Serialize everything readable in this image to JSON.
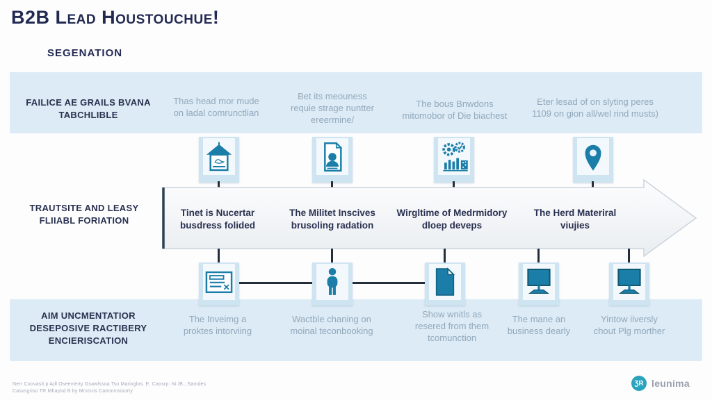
{
  "header": {
    "title": "B2B Lead Houstouchue!",
    "subtitle": "SEGENATION"
  },
  "row_top": {
    "label": "FAILICE AE GRAILS BVANA\nTABCHLIBLE",
    "items": [
      {
        "icon": "house-icon",
        "text": "Thas head mor mude\non ladal comrunctlian"
      },
      {
        "icon": "document-person-icon",
        "text": "Bet its meouness\nrequie strage nuntter\nereermine/"
      },
      {
        "icon": "gears-chart-icon",
        "text": "The bous Bnwdons\nmitomobor of Die biachest"
      },
      {
        "icon": "location-pin-icon",
        "text": "Eter lesad of on slyting peres\n1109 on gion all/wel rind musts)"
      }
    ]
  },
  "row_middle": {
    "label": "TRAUTSITE AND LEASY\nFLIIABL FORIATION",
    "items": [
      {
        "text": "Tinet is Nucertar\nbusdress folided"
      },
      {
        "text": "The Militet Inscives\nbrusoling radation"
      },
      {
        "text": "Wirgltime of Medrmidory\ndloep deveps"
      },
      {
        "text": "The Herd Materiral\nviujies"
      }
    ]
  },
  "row_bottom": {
    "label": "AIM UNCMENTATIOR\nDESEPOSIVE RACTIBERY\nENCIERISCATION",
    "items": [
      {
        "icon": "form-card-icon",
        "text": "The Inveimg a\nproktes intorviing"
      },
      {
        "icon": "person-icon",
        "text": "Wactble chaning on\nmoinal teconbooking"
      },
      {
        "icon": "document-icon",
        "text": "Show wnitls as\nresered from them\ntcomunction"
      },
      {
        "icon": "monitor-icon",
        "text": "The mane an\nbusiness dearly"
      },
      {
        "icon": "monitor-icon",
        "text": "Yintow iiversly\nchout Plg morther"
      }
    ]
  },
  "footer": {
    "line1": "Nerr Coovasit p Adl Oseevierty Gsawlssoa Tso Marivglos. E. Caosrp: Ni /B., Samdes",
    "line2": "Casvsgriso TR Mhapsd B by Mrstsris Cammmsisorty",
    "logo_glyph": "ƷR",
    "logo_text": "leunima"
  },
  "colors": {
    "navy_text": "#232a52",
    "band_blue": "#dcebf5",
    "muted_text": "#92a8bc",
    "icon_teal": "#1a7ea9",
    "connector_dark": "#232e3a",
    "logo_teal": "#2aa3bd"
  }
}
